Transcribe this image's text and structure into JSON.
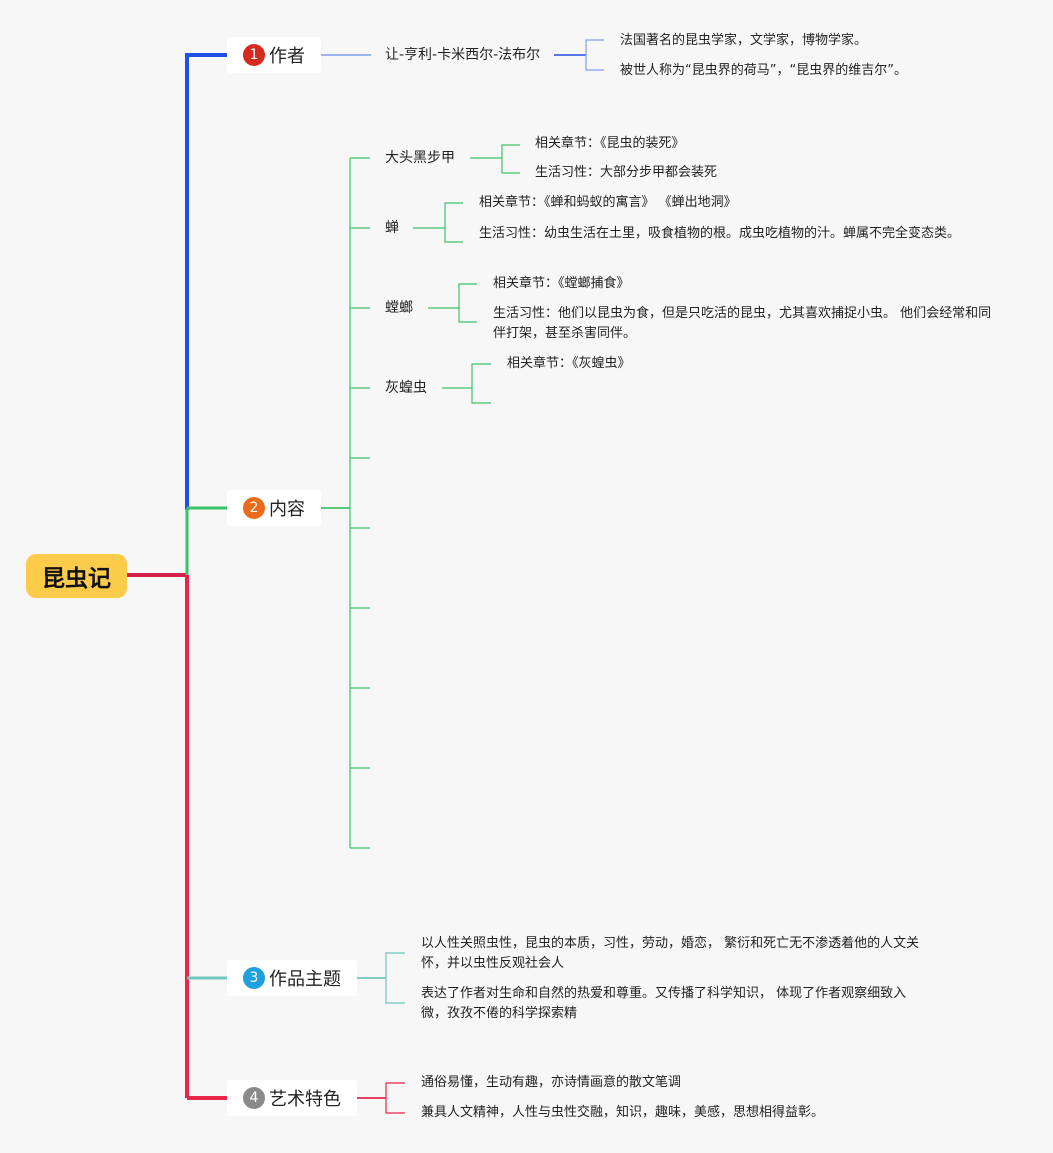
{
  "title": "昆虫记",
  "colors": {
    "background": "#f7f7f7",
    "root": "#fccb49",
    "branch_author": "#1f4ee8",
    "branch_content": "#3cc26a",
    "branch_theme": "#6cc8bd",
    "branch_art": "#e8264a",
    "root_link": "#d6204c",
    "badge_1": "#d52b1e",
    "badge_2": "#ea6b19",
    "badge_3": "#1e9fde",
    "badge_4": "#8a8a8a"
  },
  "branches": [
    {
      "number": "1",
      "label": "作者",
      "children": [
        {
          "label": "让-亨利-卡米西尔-法布尔",
          "children": [
            "法国著名的昆虫学家，文学家，博物学家。",
            "被世人称为“昆虫界的荷马”，“昆虫界的维吉尔”。"
          ]
        }
      ]
    },
    {
      "number": "2",
      "label": "内容",
      "children": [
        {
          "label": "大头黑步甲",
          "children": [
            "相关章节：《昆虫的装死》",
            "生活习性：大部分步甲都会装死"
          ]
        },
        {
          "label": "蝉",
          "children": [
            "相关章节：《蝉和蚂蚁的寓言》 《蝉出地洞》",
            "生活习性：幼虫生活在土里，吸食植物的根。成虫吃植物的汁。蝉属不完全变态类。"
          ]
        },
        {
          "label": "螳螂",
          "children": [
            "相关章节：《螳螂捕食》",
            "生活习性：他们以昆虫为食，但是只吃活的昆虫，尤其喜欢捕捉小虫。 他们会经常和同伴打架，甚至杀害同伴。"
          ]
        },
        {
          "label": "灰蝗虫",
          "children": [
            "相关章节：《灰蝗虫》",
            ""
          ]
        }
      ]
    },
    {
      "number": "3",
      "label": "作品主题",
      "children": [
        "以人性关照虫性，昆虫的本质，习性，劳动，婚恋， 繁衍和死亡无不渗透着他的人文关怀，并以虫性反观社会人",
        "表达了作者对生命和自然的热爱和尊重。又传播了科学知识， 体现了作者观察细致入微，孜孜不倦的科学探索精"
      ]
    },
    {
      "number": "4",
      "label": "艺术特色",
      "children": [
        "通俗易懂，生动有趣，亦诗情画意的散文笔调",
        "兼具人文精神，人性与虫性交融，知识，趣味，美感，思想相得益彰。"
      ]
    }
  ]
}
